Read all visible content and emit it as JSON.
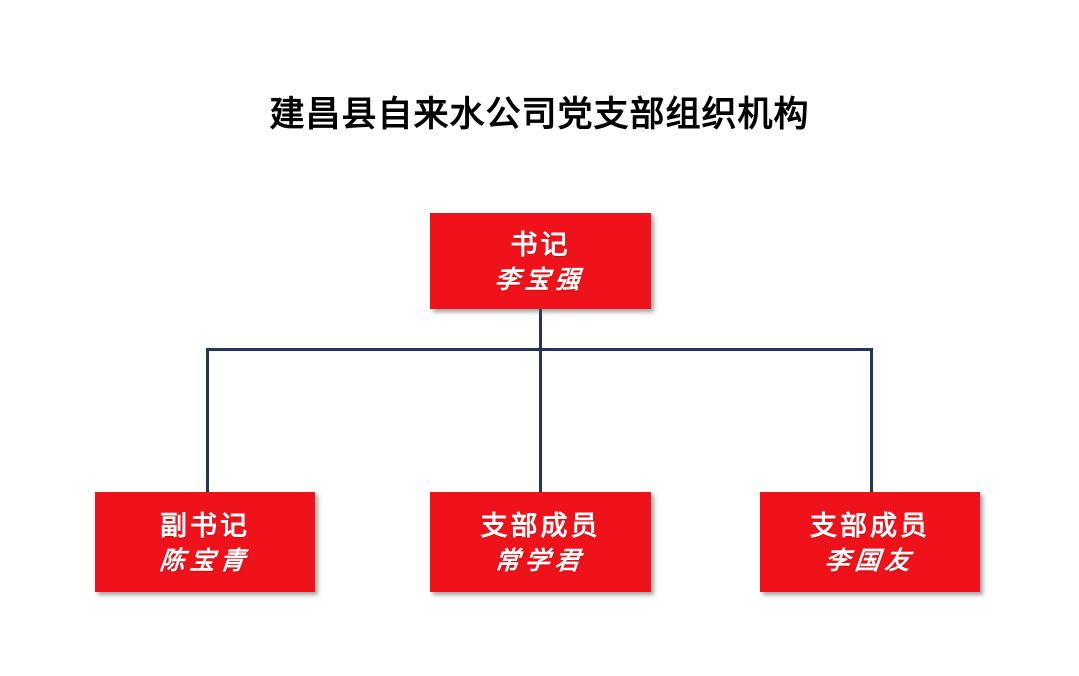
{
  "page": {
    "title": "建昌县自来水公司党支部组织机构",
    "background_color": "#FFFFFF"
  },
  "theme": {
    "node_fill": "#F0121A",
    "node_text_color": "#FFFFFF",
    "connector_color": "#20365C",
    "title_color": "#000000"
  },
  "org_chart": {
    "type": "organization-tree",
    "root": {
      "role": "书记",
      "name": "李宝强"
    },
    "children": [
      {
        "role": "副书记",
        "name": "陈宝青"
      },
      {
        "role": "支部成员",
        "name": "常学君"
      },
      {
        "role": "支部成员",
        "name": "李国友"
      }
    ]
  }
}
